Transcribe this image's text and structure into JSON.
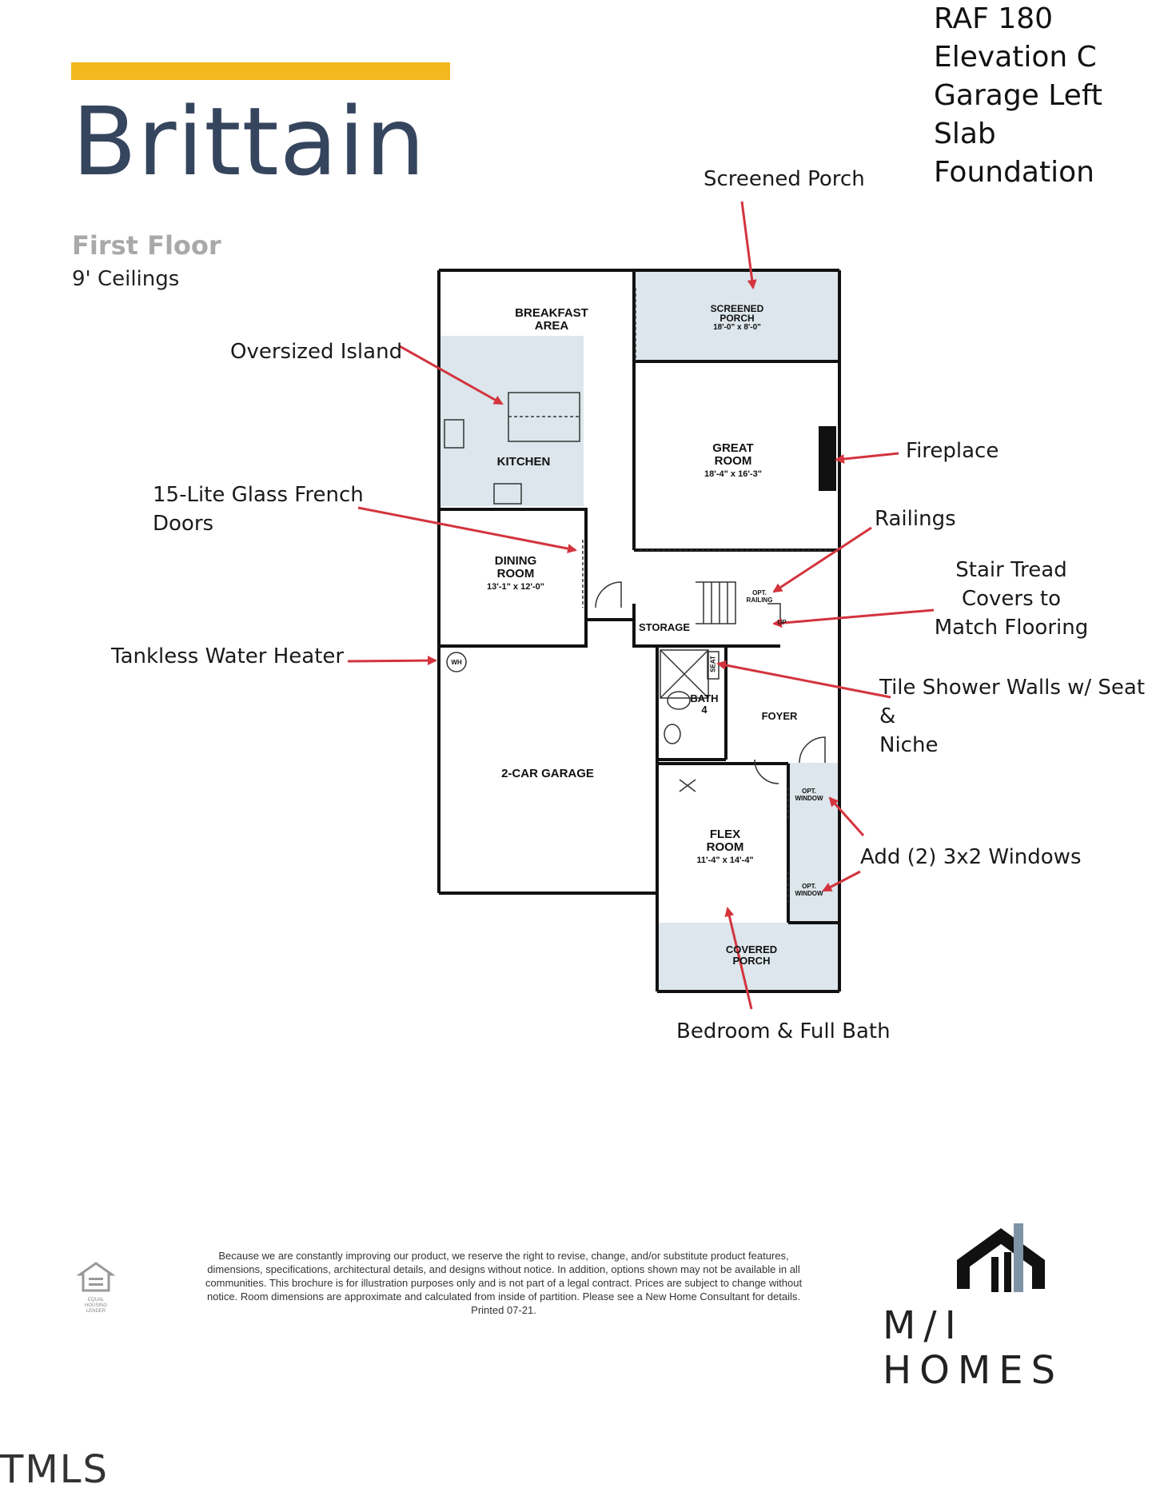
{
  "colors": {
    "accent_gold": "#F2B81D",
    "title_navy": "#36455E",
    "floor_gray": "#A9A9A9",
    "room_fill": "#DCE6EC",
    "arrow_red": "#D3343E",
    "logo_slate": "#7F93A6"
  },
  "header": {
    "title": "Brittain",
    "floor": "First Floor",
    "ceilings": "9' Ceilings"
  },
  "specs": [
    "RAF 180",
    "Elevation C",
    "Garage Left",
    "Slab Foundation"
  ],
  "callouts": {
    "screened_porch": "Screened Porch",
    "oversized_island": "Oversized Island",
    "fireplace": "Fireplace",
    "french_doors_1": "15-Lite Glass French",
    "french_doors_2": "Doors",
    "railings": "Railings",
    "stair_1": "Stair Tread",
    "stair_2": "Covers to",
    "stair_3": "Match Flooring",
    "water_heater": "Tankless Water Heater",
    "shower_1": "Tile Shower Walls w/ Seat &",
    "shower_2": "Niche",
    "windows": "Add (2) 3x2 Windows",
    "bedroom": "Bedroom & Full Bath"
  },
  "rooms": {
    "breakfast_1": "BREAKFAST",
    "breakfast_2": "AREA",
    "screened_1": "SCREENED",
    "screened_2": "PORCH",
    "screened_dim": "18'-0\" x 8'-0\"",
    "kitchen": "KITCHEN",
    "great_1": "GREAT",
    "great_2": "ROOM",
    "great_dim": "18'-4\" x 16'-3\"",
    "dining_1": "DINING",
    "dining_2": "ROOM",
    "dining_dim": "13'-1\" x 12'-0\"",
    "storage": "STORAGE",
    "opt_railing_1": "OPT.",
    "opt_railing_2": "RAILING",
    "up": "UP",
    "wh": "WH",
    "seat": "SEAT",
    "bath_1": "BATH",
    "bath_2": "4",
    "foyer": "FOYER",
    "garage": "2-CAR GARAGE",
    "flex_1": "FLEX",
    "flex_2": "ROOM",
    "flex_dim": "11'-4\" x 14'-4\"",
    "opt_window_1": "OPT.",
    "opt_window_2": "WINDOW",
    "covered_1": "COVERED",
    "covered_2": "PORCH"
  },
  "footer": {
    "disclaimer": "Because we are constantly improving our product, we reserve the right to revise, change, and/or substitute product features, dimensions, specifications, architectural details, and designs without notice. In addition, options shown may not be available in all communities. This brochure is for illustration purposes only and is not part of a legal contract. Prices are subject to change without notice. Room dimensions are approximate and calculated from inside of partition. Please see a New Home Consultant for details. Printed 07-21.",
    "eho_1": "EQUAL HOUSING",
    "eho_2": "LENDER",
    "brand": "M/I HOMES",
    "watermark": "TMLS"
  }
}
